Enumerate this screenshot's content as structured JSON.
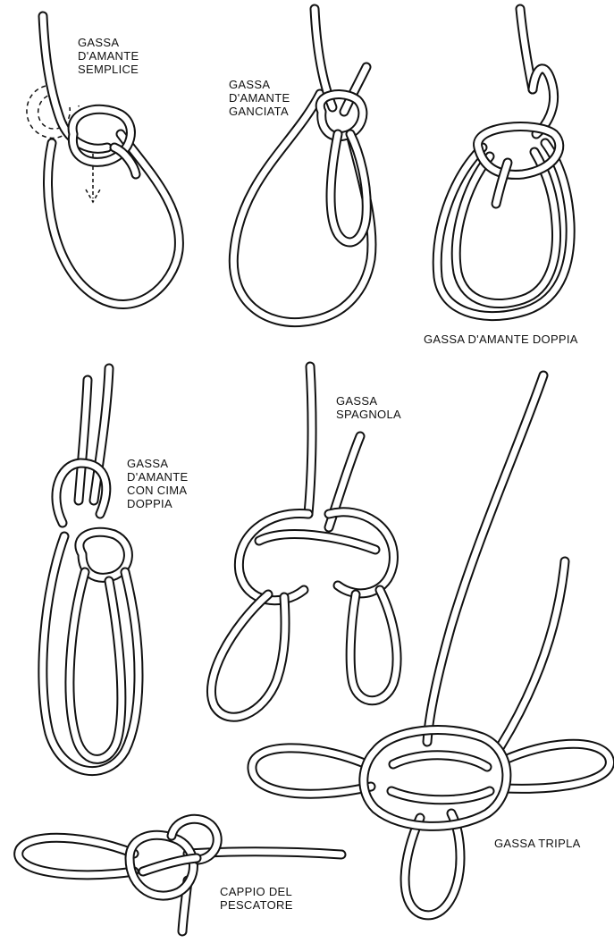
{
  "colors": {
    "ink": "#111111",
    "paper": "#ffffff"
  },
  "knots": [
    {
      "id": "gassa-amante-semplice",
      "label_lines": [
        "GASSA",
        "D'AMANTE",
        "SEMPLICE"
      ]
    },
    {
      "id": "gassa-amante-ganciata",
      "label_lines": [
        "GASSA",
        "D'AMANTE",
        "GANCIATA"
      ]
    },
    {
      "id": "gassa-amante-doppia",
      "label_lines": [
        "GASSA D'AMANTE DOPPIA"
      ]
    },
    {
      "id": "gassa-amante-cima-doppia",
      "label_lines": [
        "GASSA",
        "D'AMANTE",
        "CON CIMA",
        "DOPPIA"
      ]
    },
    {
      "id": "gassa-spagnola",
      "label_lines": [
        "GASSA",
        "SPAGNOLA"
      ]
    },
    {
      "id": "gassa-tripla",
      "label_lines": [
        "GASSA TRIPLA"
      ]
    },
    {
      "id": "cappio-pescatore",
      "label_lines": [
        "CAPPIO DEL",
        "PESCATORE"
      ]
    }
  ]
}
